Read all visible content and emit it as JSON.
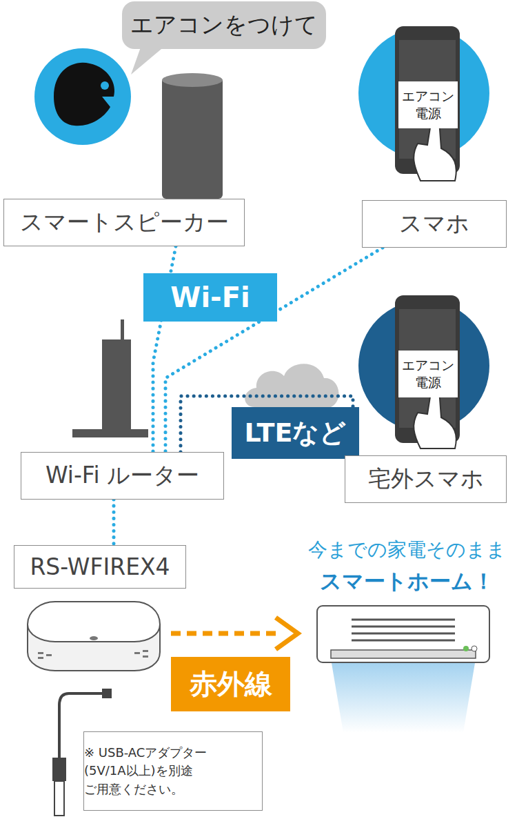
{
  "diagram": {
    "nodes": [
      {
        "text": [
          "エアコンをつけて"
        ]
      },
      {
        "text": [
          "スマートスピーカー"
        ]
      },
      {
        "text": [
          "エアコン 電源"
        ]
      },
      {
        "text": [
          "スマホ"
        ]
      },
      {
        "text": [
          "Wi-Fi"
        ]
      },
      {
        "text": [
          "エアコン 電源"
        ]
      },
      {
        "text": [
          "LTEなど"
        ]
      },
      {
        "text": [
          "Wi-Fi ルーター"
        ]
      },
      {
        "text": [
          "宅外スマホ"
        ]
      },
      {
        "text": [
          "RS-WFIREX4"
        ]
      },
      {
        "text": [
          "赤外線"
        ]
      },
      {
        "text": [
          "※ USB-ACアダプター (5V/1A以上)を別途 ご用意ください。"
        ]
      }
    ],
    "edges": [
      {
        "from": 1,
        "to": 7,
        "arrow": "none"
      },
      {
        "from": 3,
        "to": 7,
        "arrow": "none"
      },
      {
        "from": 7,
        "to": 8,
        "arrow": "none"
      },
      {
        "from": 7,
        "to": 9,
        "arrow": "none"
      }
    ],
    "labels": [
      "今までの家電そのまま",
      "スマートホーム！"
    ]
  }
}
